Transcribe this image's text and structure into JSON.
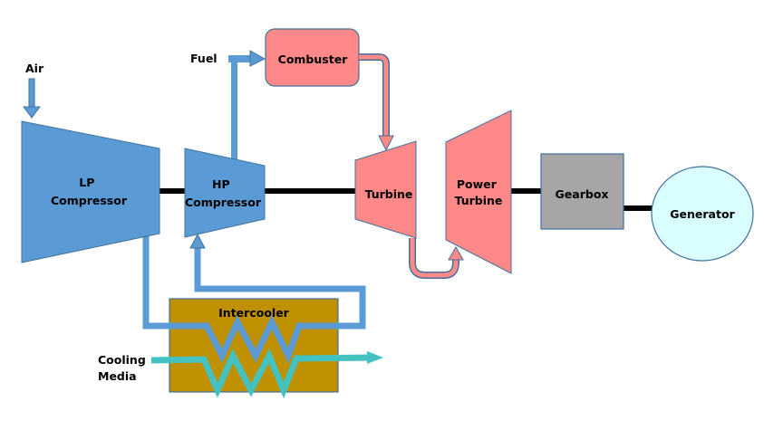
{
  "labels": {
    "air": "Air",
    "fuel": "Fuel",
    "combuster": "Combuster",
    "lp_compressor": [
      "LP",
      "Compressor"
    ],
    "hp_compressor": [
      "HP",
      "Compressor"
    ],
    "turbine": "Turbine",
    "power_turbine": [
      "Power",
      "Turbine"
    ],
    "gearbox": "Gearbox",
    "generator": "Generator",
    "intercooler": "Intercooler",
    "cooling_media": [
      "Cooling",
      "Media"
    ]
  },
  "colors": {
    "compressor": "#5b9bd5",
    "turbine": "#ff8888",
    "gearbox": "#a6a6a6",
    "generator": "#d9ffff",
    "intercooler": "#bf9000",
    "cooling": "#44c1c1",
    "shaft": "#000000",
    "outline": "#41719c"
  }
}
